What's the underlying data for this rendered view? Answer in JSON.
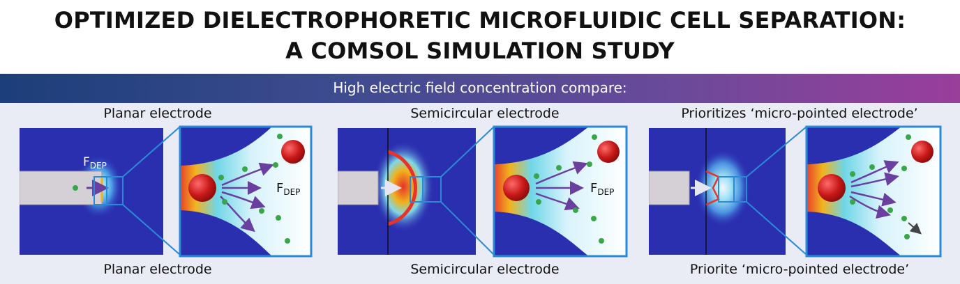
{
  "title": {
    "line1": "OPTIMIZED DIELECTROPHORETIC MICROFLUIDIC CELL SEPARATION:",
    "line2": "A COMSOL SIMULATION STUDY"
  },
  "banner": {
    "text": "High electric field concentration compare:"
  },
  "panels": [
    {
      "top_label": "Planar electrode",
      "bottom_label": "Planar electrode",
      "force_label": "F",
      "force_subscript": "DEP"
    },
    {
      "top_label": "Semicircular electrode",
      "bottom_label": "Semicircular electrode",
      "force_label": "F",
      "force_subscript": "DEP"
    },
    {
      "top_label": "Prioritizes ‘micro-pointed electrode’",
      "bottom_label": "Priorite ‘micro-pointed electrode’"
    }
  ],
  "colors": {
    "field_bg": "#2a2fb0",
    "frame": "#2b8ad6",
    "banner_start": "#1c3e79",
    "banner_end": "#9a3e9a",
    "arrow": "#6b3fa0",
    "cell_red": "#c81818",
    "particle_green": "#3aa64a"
  }
}
